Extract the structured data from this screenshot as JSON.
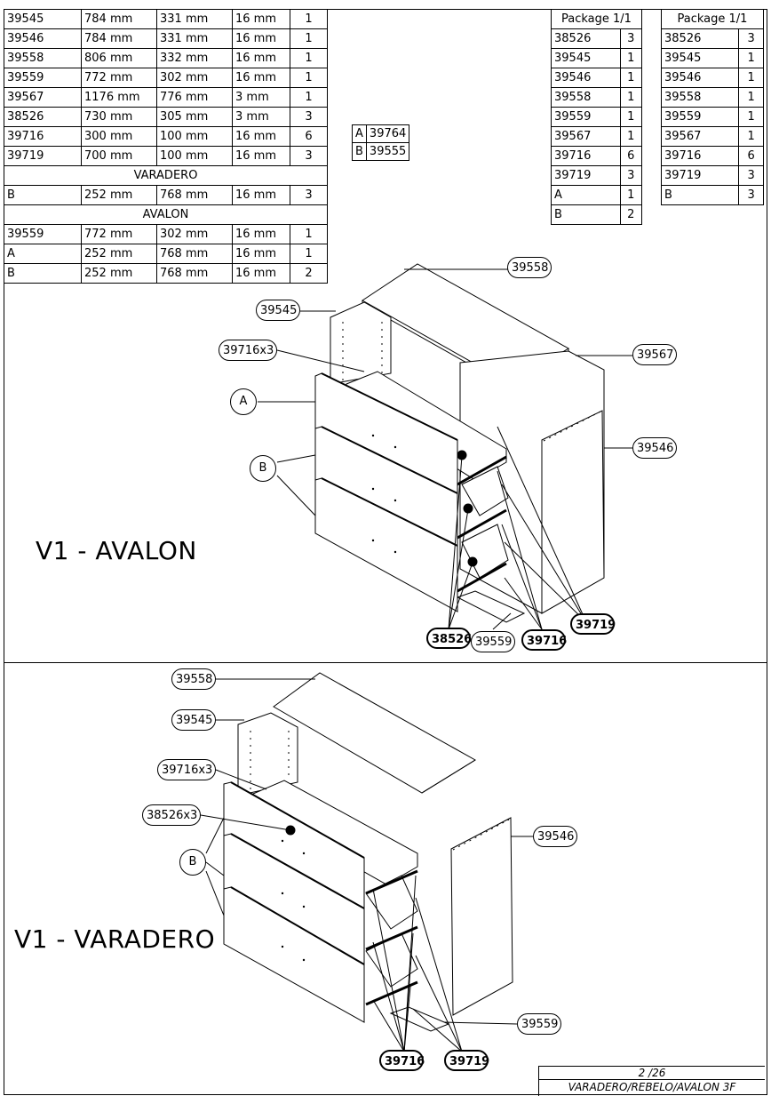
{
  "parts_table": {
    "rows": [
      [
        "39545",
        "784 mm",
        "331 mm",
        "16 mm",
        "1"
      ],
      [
        "39546",
        "784 mm",
        "331 mm",
        "16 mm",
        "1"
      ],
      [
        "39558",
        "806 mm",
        "332 mm",
        "16 mm",
        "1"
      ],
      [
        "39559",
        "772 mm",
        "302 mm",
        "16 mm",
        "1"
      ],
      [
        "39567",
        "1176 mm",
        "776 mm",
        "3 mm",
        "1"
      ],
      [
        "38526",
        "730 mm",
        "305 mm",
        "3 mm",
        "3"
      ],
      [
        "39716",
        "300 mm",
        "100 mm",
        "16 mm",
        "6"
      ],
      [
        "39719",
        "700 mm",
        "100 mm",
        "16 mm",
        "3"
      ]
    ],
    "varadero_label": "VARADERO",
    "varadero_rows": [
      [
        "B",
        "252 mm",
        "768 mm",
        "16 mm",
        "3"
      ]
    ],
    "avalon_label": "AVALON",
    "avalon_rows": [
      [
        "39559",
        "772 mm",
        "302 mm",
        "16 mm",
        "1"
      ],
      [
        "A",
        "252 mm",
        "768 mm",
        "16 mm",
        "1"
      ],
      [
        "B",
        "252 mm",
        "768 mm",
        "16 mm",
        "2"
      ]
    ]
  },
  "package_avalon": {
    "title": "Package 1/1",
    "rows": [
      [
        "38526",
        "3"
      ],
      [
        "39545",
        "1"
      ],
      [
        "39546",
        "1"
      ],
      [
        "39558",
        "1"
      ],
      [
        "39559",
        "1"
      ],
      [
        "39567",
        "1"
      ],
      [
        "39716",
        "6"
      ],
      [
        "39719",
        "3"
      ],
      [
        "A",
        "1"
      ],
      [
        "B",
        "2"
      ]
    ]
  },
  "package_varadero": {
    "title": "Package 1/1",
    "rows": [
      [
        "38526",
        "3"
      ],
      [
        "39545",
        "1"
      ],
      [
        "39546",
        "1"
      ],
      [
        "39558",
        "1"
      ],
      [
        "39559",
        "1"
      ],
      [
        "39567",
        "1"
      ],
      [
        "39716",
        "6"
      ],
      [
        "39719",
        "3"
      ],
      [
        "B",
        "3"
      ]
    ]
  },
  "front_legend": {
    "rows": [
      [
        "A",
        "39764"
      ],
      [
        "B",
        "39555"
      ]
    ]
  },
  "avalon_view": {
    "title": "V1 - AVALON",
    "callouts": {
      "c39558": "39558",
      "c39545": "39545",
      "c39716x3": "39716x3",
      "c39567": "39567",
      "cA": "A",
      "c39546": "39546",
      "cB": "B",
      "c38526": "38526",
      "c39559": "39559",
      "c39716": "39716",
      "c39719": "39719"
    }
  },
  "varadero_view": {
    "title": "V1 - VARADERO",
    "callouts": {
      "c39558": "39558",
      "c39545": "39545",
      "c39716x3": "39716x3",
      "c38526x3": "38526x3",
      "cB": "B",
      "c39546": "39546",
      "c39559": "39559",
      "c39716": "39716",
      "c39719": "39719"
    }
  },
  "footer": {
    "page": "2 /26",
    "name": "VARADERO/REBELO/AVALON 3F"
  }
}
